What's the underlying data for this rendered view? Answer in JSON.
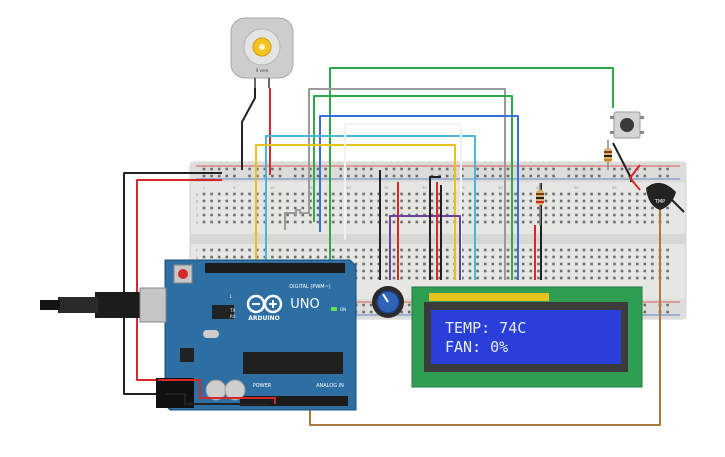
{
  "board": {
    "brand": "ARDUINO",
    "model": "UNO",
    "header_digital": "DIGITAL (PWM~)",
    "header_power": "POWER",
    "header_analog": "ANALOG IN",
    "on_label": "ON",
    "tx_label": "TX",
    "rx_label": "RX",
    "l_label": "L"
  },
  "lcd": {
    "line1": "TEMP: 74C",
    "line2": "FAN: 0%"
  },
  "sensor": {
    "label": "TMP"
  },
  "motor": {
    "label": "9 vnm"
  },
  "breadboard": {
    "column_numbers": [
      "1",
      "5",
      "10",
      "15",
      "20",
      "25",
      "30",
      "35",
      "40",
      "45",
      "50",
      "55",
      "60"
    ],
    "row_letters_top": [
      "a",
      "b",
      "c",
      "d",
      "e"
    ],
    "row_letters_bottom": [
      "f",
      "g",
      "h",
      "i",
      "j"
    ]
  },
  "colors": {
    "board": "#2d6ea3",
    "breadboard": "#e8e8e6",
    "lcd_bg": "#2a3fd9",
    "lcd_frame": "#2f9e52",
    "wire_red": "#d62828",
    "wire_black": "#222222",
    "wire_green": "#2ea84a",
    "wire_yellow": "#e8c21e",
    "wire_blue": "#3a6fd8",
    "wire_cyan": "#48b8d8",
    "wire_purple": "#6b3fa0",
    "wire_gray": "#9a9a9a",
    "wire_brown": "#a8783c"
  }
}
